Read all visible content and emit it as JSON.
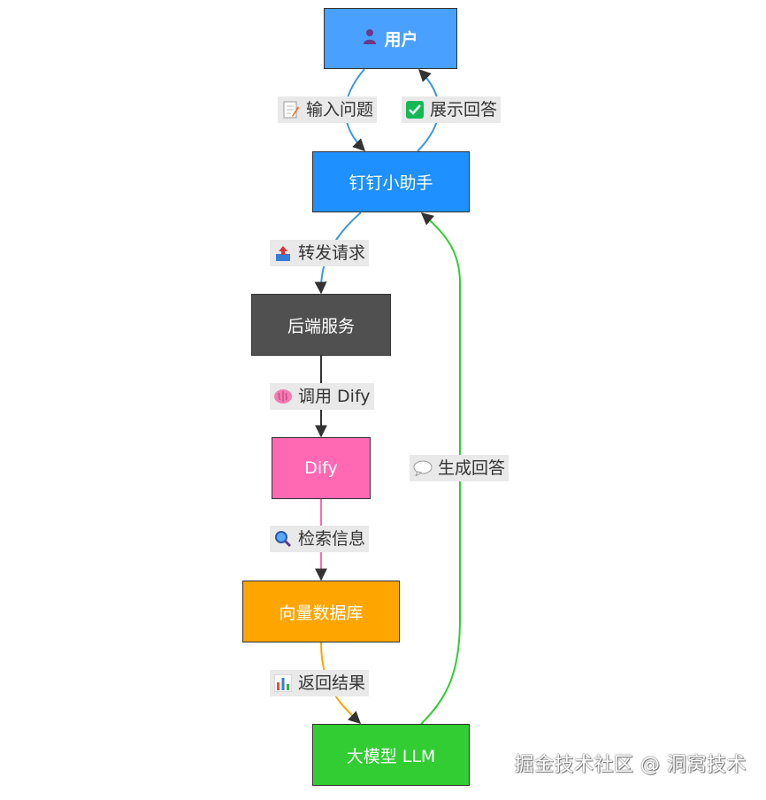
{
  "nodes": {
    "user": {
      "label": "用户",
      "icon": "user-icon",
      "color": "#4aa0ff"
    },
    "dingtalk": {
      "label": "钉钉小助手",
      "color": "#1e90ff"
    },
    "backend": {
      "label": "后端服务",
      "color": "#505050"
    },
    "dify": {
      "label": "Dify",
      "color": "#ff69b4"
    },
    "vectordb": {
      "label": "向量数据库",
      "color": "#ffa500"
    },
    "llm": {
      "label": "大模型 LLM",
      "color": "#32cd32"
    }
  },
  "edges": {
    "input_question": {
      "label": "输入问题",
      "icon": "memo-icon",
      "from": "用户",
      "to": "钉钉小助手",
      "color": "#3b97e3"
    },
    "show_answer": {
      "label": "展示回答",
      "icon": "check-icon",
      "from": "钉钉小助手",
      "to": "用户",
      "color": "#3b97e3"
    },
    "forward_request": {
      "label": "转发请求",
      "icon": "outbox-icon",
      "from": "钉钉小助手",
      "to": "后端服务",
      "color": "#3b97e3"
    },
    "call_dify": {
      "label": "调用 Dify",
      "icon": "brain-icon",
      "from": "后端服务",
      "to": "Dify",
      "color": "#333333"
    },
    "retrieve_info": {
      "label": "检索信息",
      "icon": "magnifier-icon",
      "from": "Dify",
      "to": "向量数据库",
      "color": "#ff69b4"
    },
    "return_results": {
      "label": "返回结果",
      "icon": "bar-chart-icon",
      "from": "向量数据库",
      "to": "大模型 LLM",
      "color": "#ffa500"
    },
    "generate_answer": {
      "label": "生成回答",
      "icon": "speech-bubble-icon",
      "from": "大模型 LLM",
      "to": "钉钉小助手",
      "color": "#32cd32"
    }
  },
  "watermark": "掘金技术社区 @ 洞窝技术"
}
